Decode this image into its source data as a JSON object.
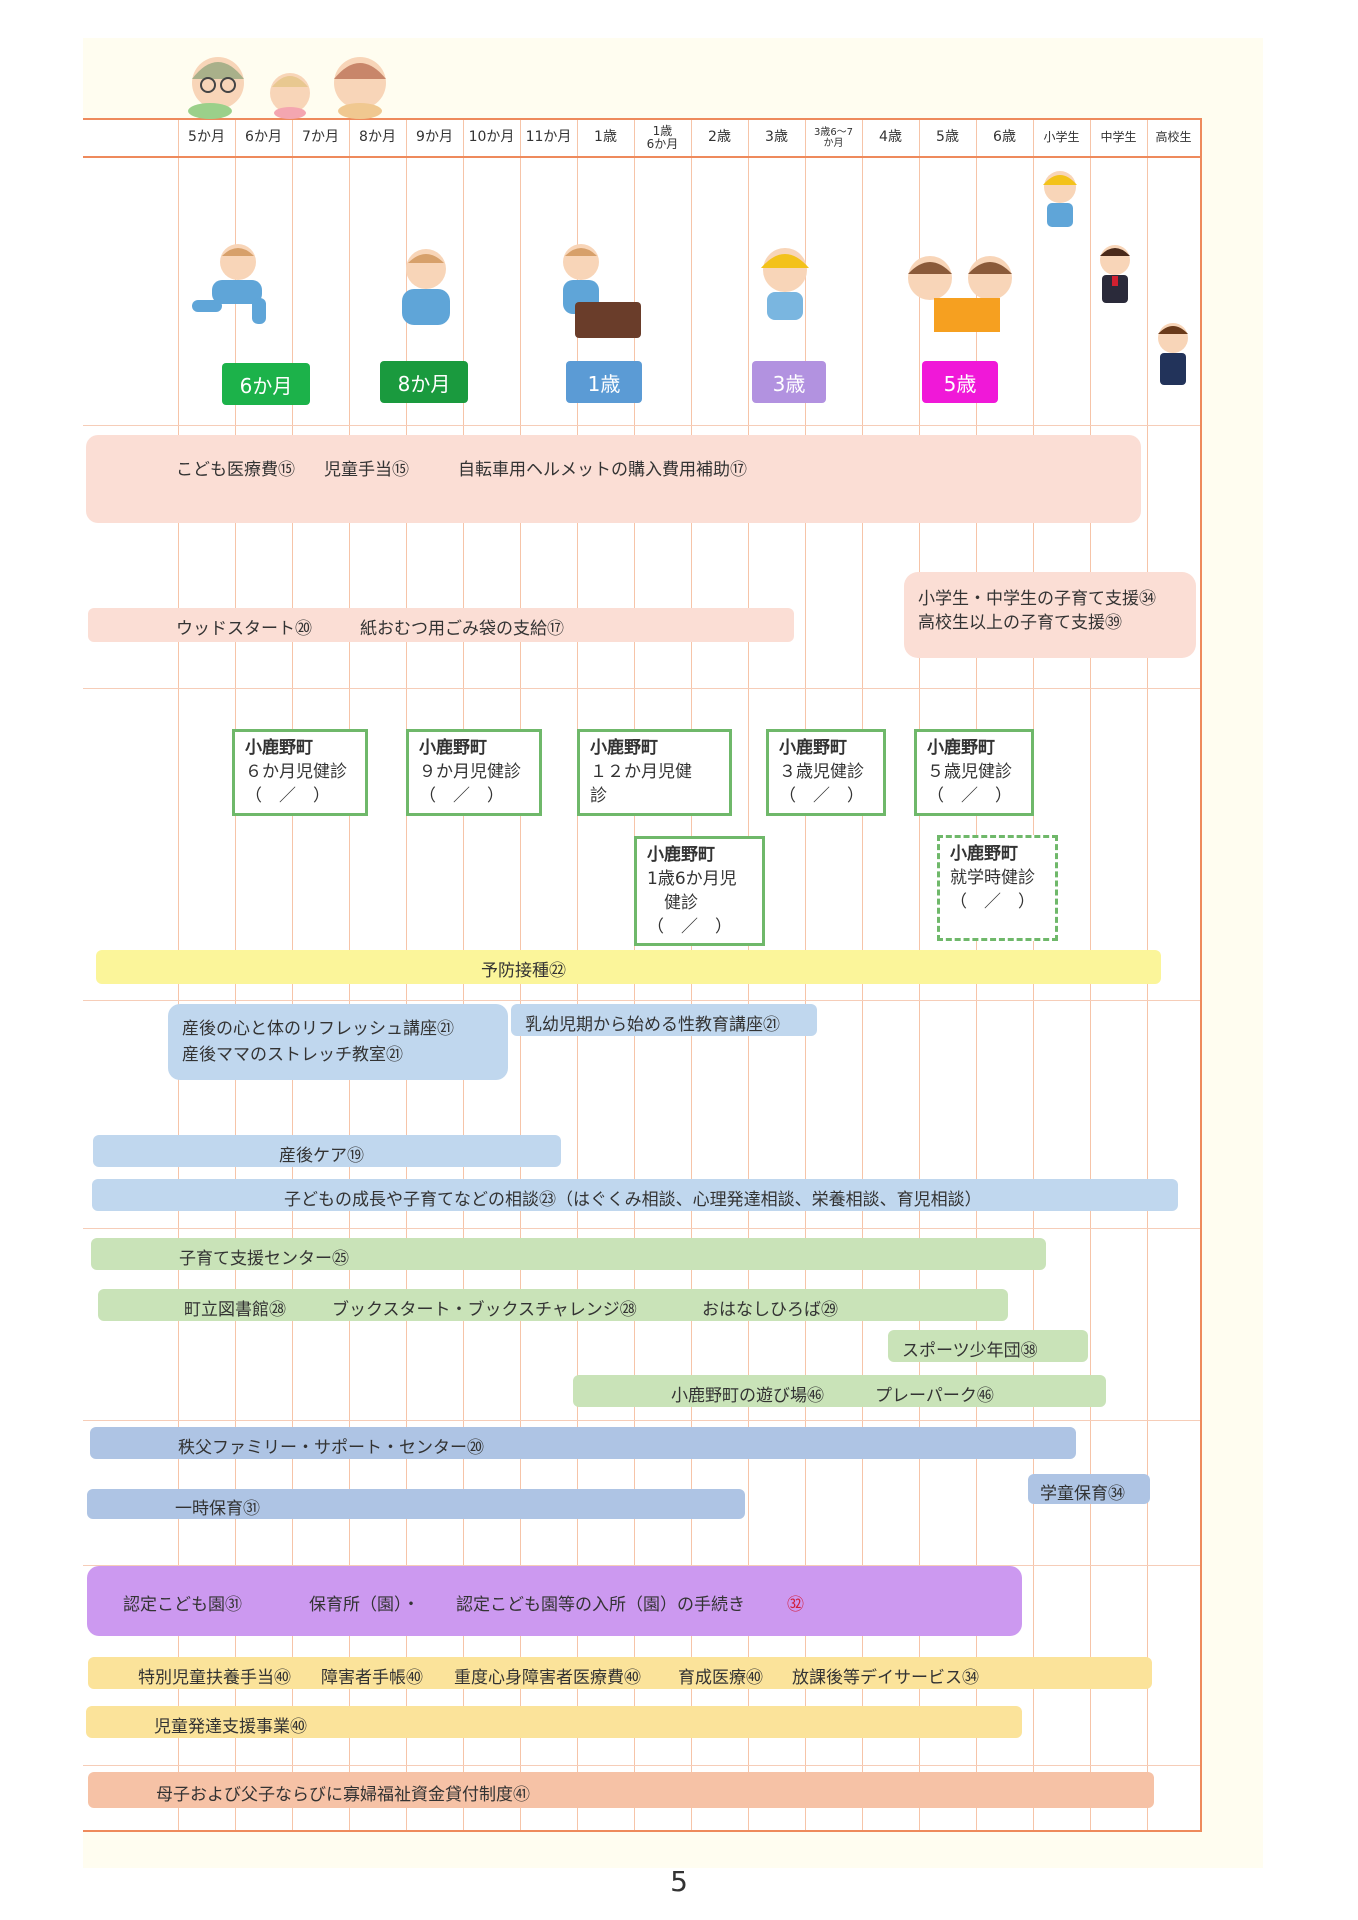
{
  "header": {
    "columns": [
      "5か月",
      "6か月",
      "7か月",
      "8か月",
      "9か月",
      "10か月",
      "11か月",
      "1歳",
      "1歳\n6か月",
      "2歳",
      "3歳",
      "3歳6～7\nか月",
      "4歳",
      "5歳",
      "6歳",
      "小学生",
      "中学生",
      "高校生"
    ]
  },
  "age_tags": [
    {
      "label": "6か月",
      "color": "#1cb24a"
    },
    {
      "label": "8か月",
      "color": "#1a9a3e"
    },
    {
      "label": "1歳",
      "color": "#5b9bd5"
    },
    {
      "label": "3歳",
      "color": "#b292e0"
    },
    {
      "label": "5歳",
      "color": "#f018d8"
    }
  ],
  "services": {
    "medical": [
      "こども医療費⑮",
      "児童手当⑮",
      "自転車用ヘルメットの購入費用補助⑰"
    ],
    "woodstart": [
      "ウッドスタート⑳",
      "紙おむつ用ごみ袋の支給⑰"
    ],
    "school_support": [
      "小学生・中学生の子育て支援㉞",
      "高校生以上の子育て支援㊴"
    ],
    "vaccination": "予防接種㉒",
    "postpartum_course": [
      "産後の心と体のリフレッシュ講座㉑",
      "産後ママのストレッチ教室㉑"
    ],
    "sex_education": "乳幼児期から始める性教育講座㉑",
    "postpartum_care": "産後ケア⑲",
    "consultation": "子どもの成長や子育てなどの相談㉓（はぐくみ相談、心理発達相談、栄養相談、育児相談）",
    "support_center": "子育て支援センター㉕",
    "library": [
      "町立図書館㉘",
      "ブックスタート・ブックスチャレンジ㉘",
      "おはなしひろば㉙"
    ],
    "sports": "スポーツ少年団㊳",
    "playground": [
      "小鹿野町の遊び場㊻",
      "プレーパーク㊻"
    ],
    "family_support": "秩父ファミリー・サポート・センター⑳",
    "temporary_care": "一時保育㉛",
    "after_school": "学童保育㉞",
    "nursery": [
      "認定こども園㉛",
      "保育所（園）・",
      "認定こども園等の入所（園）の手続き",
      "㉜"
    ],
    "disability": [
      "特別児童扶養手当㊵",
      "障害者手帳㊵",
      "重度心身障害者医療費㊵",
      "育成医療㊵",
      "放課後等デイサービス㉞"
    ],
    "development": "児童発達支援事業㊵",
    "loan": "母子および父子ならびに寡婦福祉資金貸付制度㊶"
  },
  "checkups": [
    {
      "title": "小鹿野町",
      "lines": [
        "６か月児健診",
        "（　／　）"
      ]
    },
    {
      "title": "小鹿野町",
      "lines": [
        "９か月児健診",
        "（　／　）"
      ]
    },
    {
      "title": "小鹿野町",
      "lines": [
        "１２か月児健",
        "診"
      ]
    },
    {
      "title": "小鹿野町",
      "lines": [
        "３歳児健診",
        "（　／　）"
      ]
    },
    {
      "title": "小鹿野町",
      "lines": [
        "５歳児健診",
        "（　／　）"
      ]
    },
    {
      "title": "小鹿野町",
      "lines": [
        "1歳6か月児",
        "　健診",
        "（　／　）"
      ]
    },
    {
      "title": "小鹿野町",
      "lines": [
        "就学時健診",
        "（　／　）"
      ]
    }
  ],
  "page_number": "5"
}
